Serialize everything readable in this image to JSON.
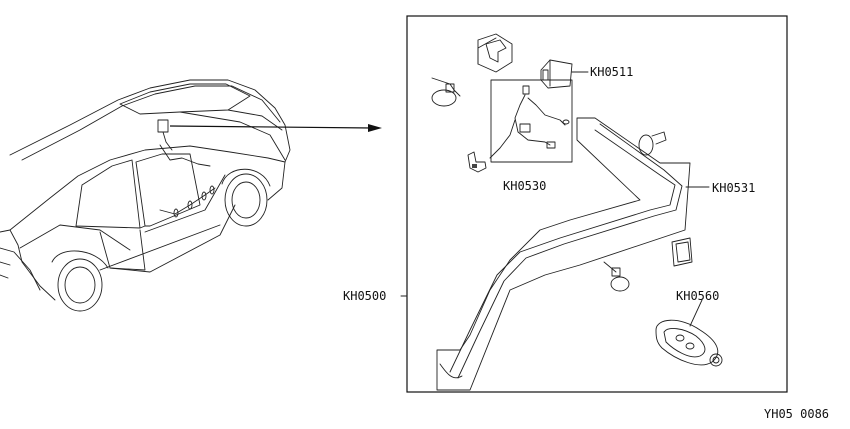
{
  "diagram": {
    "parts": [
      {
        "code": "KH0511"
      },
      {
        "code": "KH0530"
      },
      {
        "code": "KH0531"
      },
      {
        "code": "KH0500"
      },
      {
        "code": "KH0560"
      }
    ],
    "figure_id": "YH05 0086"
  }
}
